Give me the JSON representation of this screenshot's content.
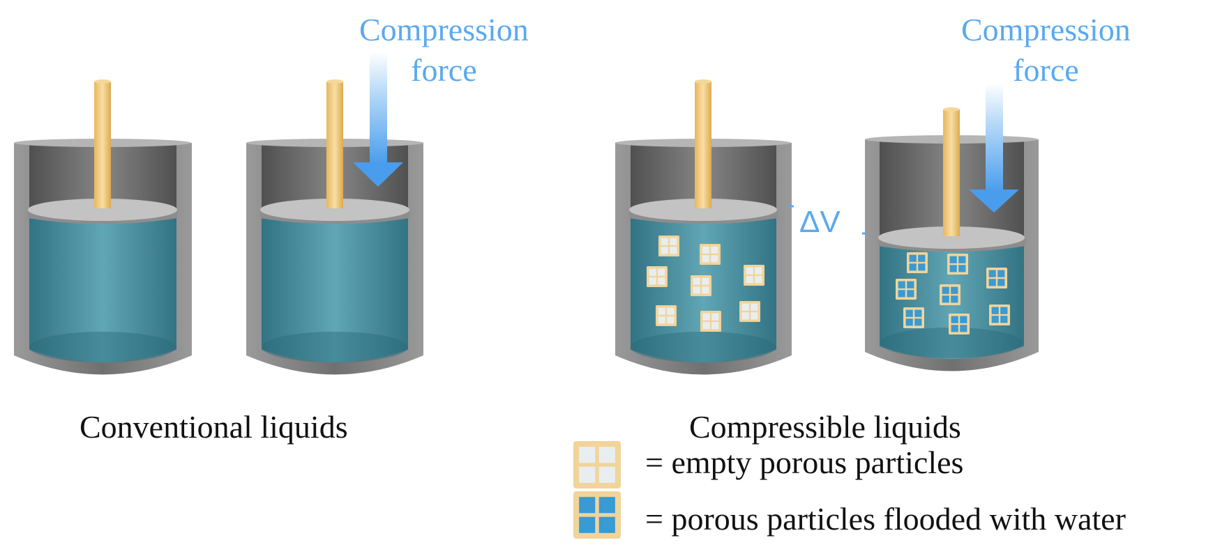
{
  "panels": {
    "conventional": {
      "caption": "Conventional liquids",
      "force_label_line1": "Compression",
      "force_label_line2": "force"
    },
    "compressible": {
      "caption": "Compressible liquids",
      "force_label_line1": "Compression",
      "force_label_line2": "force",
      "delta_label": "ΔV"
    }
  },
  "legend": {
    "empty_label": "= empty porous particles",
    "flooded_label": "= porous particles flooded with water"
  },
  "colors": {
    "accent_blue": "#5aa9ef",
    "liquid": "#4f98aa",
    "piston_rod": "#f0c878",
    "cylinder_wall": "#8c8c8c",
    "particle_frame": "#f1d49a",
    "particle_empty_fill": "#e8eef0",
    "particle_flooded_fill": "#3a9ad2"
  }
}
